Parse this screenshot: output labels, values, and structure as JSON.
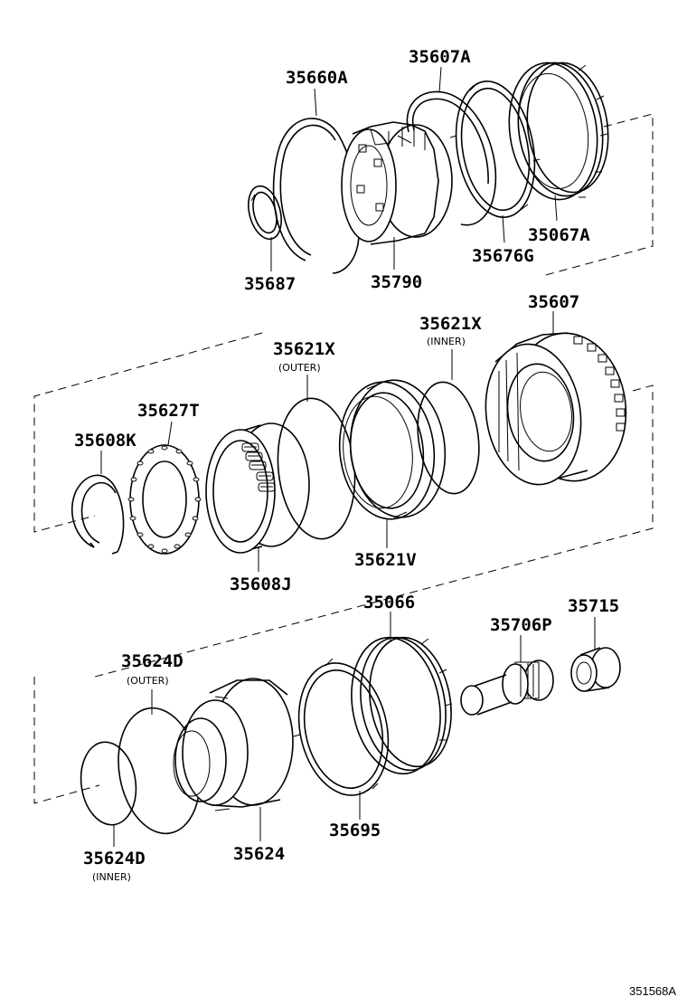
{
  "diagram": {
    "code": "351568A",
    "parts": [
      {
        "id": "p35660A",
        "number": "35660A",
        "note": ""
      },
      {
        "id": "p35607A",
        "number": "35607A",
        "note": ""
      },
      {
        "id": "p35687",
        "number": "35687",
        "note": ""
      },
      {
        "id": "p35790",
        "number": "35790",
        "note": ""
      },
      {
        "id": "p35676G",
        "number": "35676G",
        "note": ""
      },
      {
        "id": "p35067A",
        "number": "35067A",
        "note": ""
      },
      {
        "id": "p35607",
        "number": "35607",
        "note": ""
      },
      {
        "id": "p35621X_inner",
        "number": "35621X",
        "note": "(INNER)"
      },
      {
        "id": "p35621X_outer",
        "number": "35621X",
        "note": "(OUTER)"
      },
      {
        "id": "p35627T",
        "number": "35627T",
        "note": ""
      },
      {
        "id": "p35608K",
        "number": "35608K",
        "note": ""
      },
      {
        "id": "p35608J",
        "number": "35608J",
        "note": ""
      },
      {
        "id": "p35621V",
        "number": "35621V",
        "note": ""
      },
      {
        "id": "p35066",
        "number": "35066",
        "note": ""
      },
      {
        "id": "p35706P",
        "number": "35706P",
        "note": ""
      },
      {
        "id": "p35715",
        "number": "35715",
        "note": ""
      },
      {
        "id": "p35624D_outer",
        "number": "35624D",
        "note": "(OUTER)"
      },
      {
        "id": "p35624",
        "number": "35624",
        "note": ""
      },
      {
        "id": "p35695",
        "number": "35695",
        "note": ""
      },
      {
        "id": "p35624D_inner",
        "number": "35624D",
        "note": "(INNER)"
      }
    ]
  }
}
